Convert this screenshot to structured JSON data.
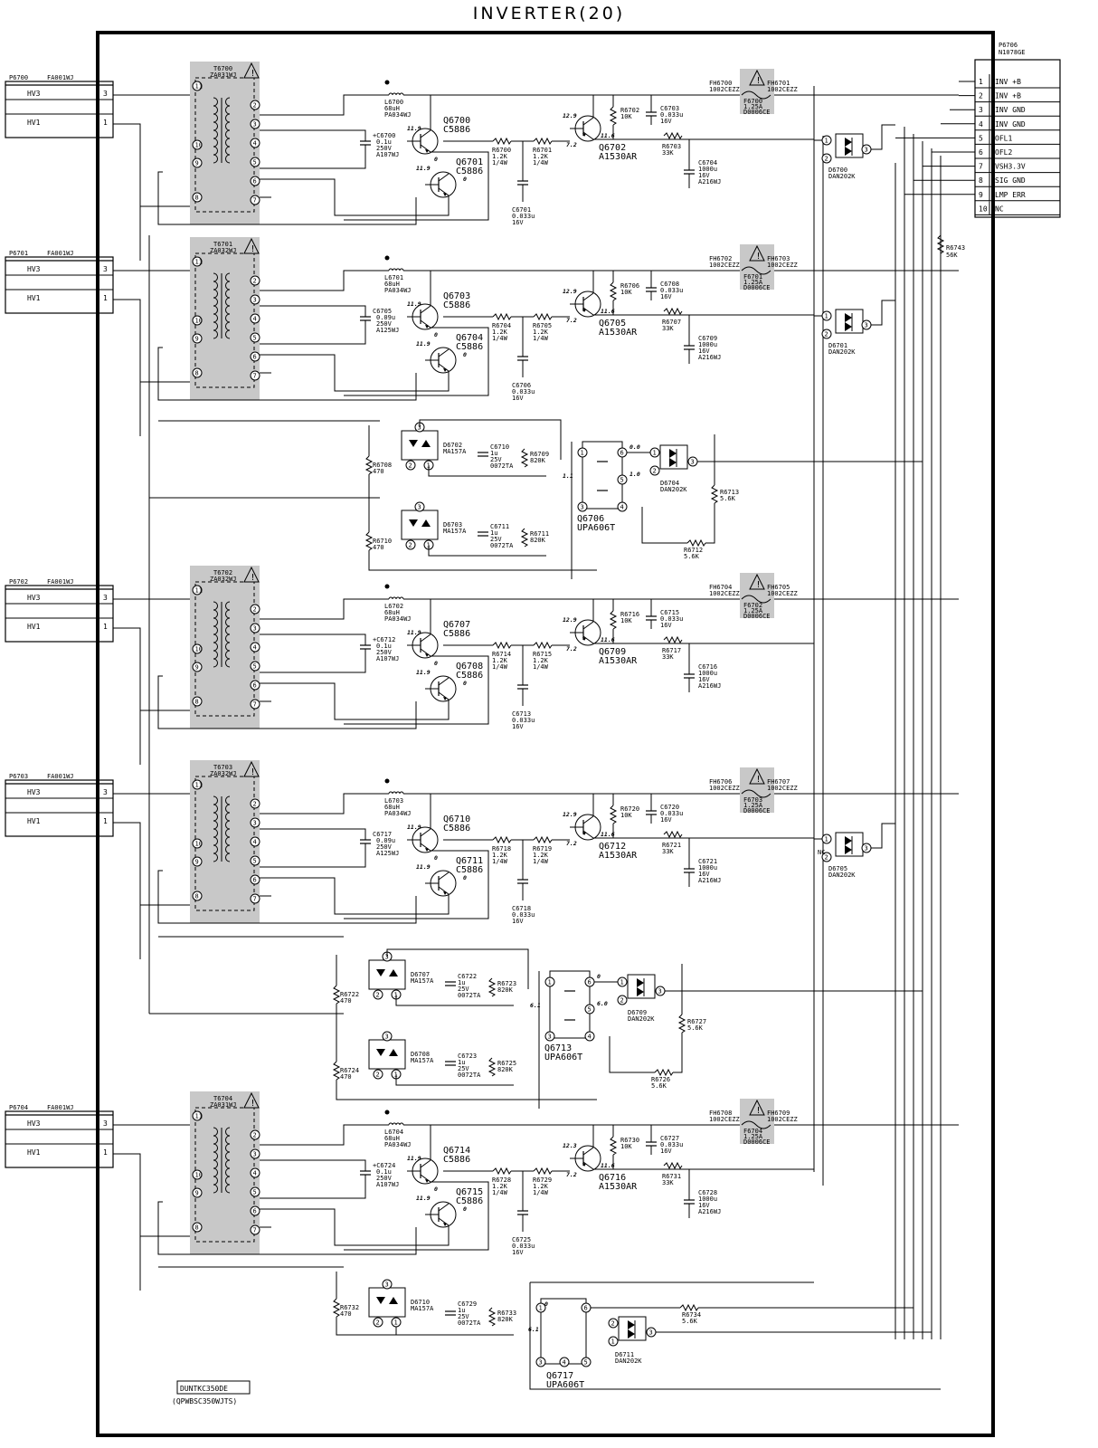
{
  "title": "INVERTER(20)",
  "board": {
    "code": "DUNTKC350DE",
    "part": "(QPWBSC350WJTS)"
  },
  "output_connector": {
    "ref": "P6706",
    "part": "N1078GE",
    "pins": [
      {
        "num": "1",
        "name": "INV +B"
      },
      {
        "num": "2",
        "name": "INV +B"
      },
      {
        "num": "3",
        "name": "INV GND"
      },
      {
        "num": "4",
        "name": "INV GND"
      },
      {
        "num": "5",
        "name": "OFL1"
      },
      {
        "num": "6",
        "name": "OFL2"
      },
      {
        "num": "7",
        "name": "VSH3.3V"
      },
      {
        "num": "8",
        "name": "SIG GND"
      },
      {
        "num": "9",
        "name": "LMP ERR"
      },
      {
        "num": "10",
        "name": "NC"
      }
    ]
  },
  "input_connectors": [
    {
      "ref": "P6700",
      "part": "FA001WJ",
      "hv3": "HV3",
      "hv1": "HV1",
      "p3": "3",
      "p1": "1"
    },
    {
      "ref": "P6701",
      "part": "FA001WJ",
      "hv3": "HV3",
      "hv1": "HV1",
      "p3": "3",
      "p1": "1"
    },
    {
      "ref": "P6702",
      "part": "FA001WJ",
      "hv3": "HV3",
      "hv1": "HV1",
      "p3": "3",
      "p1": "1"
    },
    {
      "ref": "P6703",
      "part": "FA001WJ",
      "hv3": "HV3",
      "hv1": "HV1",
      "p3": "3",
      "p1": "1"
    },
    {
      "ref": "P6704",
      "part": "FA001WJ",
      "hv3": "HV3",
      "hv1": "HV1",
      "p3": "3",
      "p1": "1"
    }
  ],
  "stages": [
    {
      "t_ref": "T6700",
      "t_part": "ZA031WJ",
      "l_ref": "L6700",
      "l_val": "68uH",
      "l_part": "PA034WJ",
      "c1_ref": "+C6700",
      "c1_v1": "0.1u",
      "c1_v2": "250V",
      "c1_v3": "A107WJ",
      "qa_ref": "Q6700",
      "qa_val": "C5886",
      "qb_ref": "Q6701",
      "qb_val": "C5886",
      "ra_ref": "R6700",
      "ra_v1": "1.2K",
      "ra_v2": "1/4W",
      "rb_ref": "R6701",
      "rb_v1": "1.2K",
      "rb_v2": "1/4W",
      "c2_ref": "C6701",
      "c2_v1": "0.033u",
      "c2_v2": "16V",
      "qp_ref": "Q6702",
      "qp_val": "A1530AR",
      "r10_ref": "R6702",
      "r10_val": "10K",
      "c3_ref": "C6703",
      "c3_v1": "0.033u",
      "c3_v2": "16V",
      "r33_ref": "R6703",
      "r33_val": "33K",
      "ce_ref": "C6704",
      "ce_v1": "1000u",
      "ce_v2": "16V",
      "ce_v3": "A216WJ",
      "fha": "FH6700",
      "fha_val": "1002CEZZ",
      "fhb": "FH6701",
      "fhb_val": "1002CEZZ",
      "f_ref": "F6700",
      "f_val": "1.25A",
      "f_part": "D0006CE",
      "d_ref": "D6700",
      "d_val": "DAN202K",
      "v_qa": "11.9",
      "v_qb": "11.9",
      "v_qa2": "0",
      "v_qb2": "0",
      "v_qp": "12.9",
      "v_qp2": "7.2",
      "v_qp3": "11.6"
    },
    {
      "t_ref": "T6701",
      "t_part": "ZA032WJ",
      "l_ref": "L6701",
      "l_val": "68uH",
      "l_part": "PA034WJ",
      "c1_ref": "C6705",
      "c1_v1": "0.09u",
      "c1_v2": "250V",
      "c1_v3": "A125WJ",
      "qa_ref": "Q6703",
      "qa_val": "C5886",
      "qb_ref": "Q6704",
      "qb_val": "C5886",
      "ra_ref": "R6704",
      "ra_v1": "1.2K",
      "ra_v2": "1/4W",
      "rb_ref": "R6705",
      "rb_v1": "1.2K",
      "rb_v2": "1/4W",
      "c2_ref": "C6706",
      "c2_v1": "0.033u",
      "c2_v2": "16V",
      "qp_ref": "Q6705",
      "qp_val": "A1530AR",
      "r10_ref": "R6706",
      "r10_val": "10K",
      "c3_ref": "C6708",
      "c3_v1": "0.033u",
      "c3_v2": "16V",
      "r33_ref": "R6707",
      "r33_val": "33K",
      "ce_ref": "C6709",
      "ce_v1": "1000u",
      "ce_v2": "16V",
      "ce_v3": "A216WJ",
      "fha": "FH6702",
      "fha_val": "1002CEZZ",
      "fhb": "FH6703",
      "fhb_val": "1002CEZZ",
      "f_ref": "F6701",
      "f_val": "1.25A",
      "f_part": "D0006CE",
      "d_ref": "D6701",
      "d_val": "DAN202K",
      "v_qa": "11.9",
      "v_qb": "11.9",
      "v_qa2": "0",
      "v_qb2": "0",
      "v_qp": "12.9",
      "v_qp2": "7.2",
      "v_qp3": "11.6"
    },
    {
      "t_ref": "T6702",
      "t_part": "ZA032WJ",
      "l_ref": "L6702",
      "l_val": "68uH",
      "l_part": "PA034WJ",
      "c1_ref": "+C6712",
      "c1_v1": "0.1u",
      "c1_v2": "250V",
      "c1_v3": "A107WJ",
      "qa_ref": "Q6707",
      "qa_val": "C5886",
      "qb_ref": "Q6708",
      "qb_val": "C5886",
      "ra_ref": "R6714",
      "ra_v1": "1.2K",
      "ra_v2": "1/4W",
      "rb_ref": "R6715",
      "rb_v1": "1.2K",
      "rb_v2": "1/4W",
      "c2_ref": "C6713",
      "c2_v1": "0.033u",
      "c2_v2": "16V",
      "qp_ref": "Q6709",
      "qp_val": "A1530AR",
      "r10_ref": "R6716",
      "r10_val": "10K",
      "c3_ref": "C6715",
      "c3_v1": "0.033u",
      "c3_v2": "16V",
      "r33_ref": "R6717",
      "r33_val": "33K",
      "ce_ref": "C6716",
      "ce_v1": "1000u",
      "ce_v2": "16V",
      "ce_v3": "A216WJ",
      "fha": "FH6704",
      "fha_val": "1002CEZZ",
      "fhb": "FH6705",
      "fhb_val": "1002CEZZ",
      "f_ref": "F6702",
      "f_val": "1.25A",
      "f_part": "D0006CE",
      "d_ref": "",
      "d_val": "",
      "v_qa": "11.9",
      "v_qb": "11.9",
      "v_qa2": "0",
      "v_qb2": "0",
      "v_qp": "12.9",
      "v_qp2": "7.2",
      "v_qp3": "11.6"
    },
    {
      "t_ref": "T6703",
      "t_part": "ZA032WJ",
      "l_ref": "L6703",
      "l_val": "68uH",
      "l_part": "PA034WJ",
      "c1_ref": "C6717",
      "c1_v1": "0.09u",
      "c1_v2": "250V",
      "c1_v3": "A125WJ",
      "qa_ref": "Q6710",
      "qa_val": "C5886",
      "qb_ref": "Q6711",
      "qb_val": "C5886",
      "ra_ref": "R6718",
      "ra_v1": "1.2K",
      "ra_v2": "1/4W",
      "rb_ref": "R6719",
      "rb_v1": "1.2K",
      "rb_v2": "1/4W",
      "c2_ref": "C6718",
      "c2_v1": "0.033u",
      "c2_v2": "16V",
      "qp_ref": "Q6712",
      "qp_val": "A1530AR",
      "r10_ref": "R6720",
      "r10_val": "10K",
      "c3_ref": "C6720",
      "c3_v1": "0.033u",
      "c3_v2": "16V",
      "r33_ref": "R6721",
      "r33_val": "33K",
      "ce_ref": "C6721",
      "ce_v1": "1000u",
      "ce_v2": "16V",
      "ce_v3": "A216WJ",
      "fha": "FH6706",
      "fha_val": "1002CEZZ",
      "fhb": "FH6707",
      "fhb_val": "1002CEZZ",
      "f_ref": "F6703",
      "f_val": "1.25A",
      "f_part": "D0006CE",
      "d_ref": "D6705",
      "d_val": "DAN202K",
      "v_qa": "11.9",
      "v_qb": "11.9",
      "v_qa2": "0",
      "v_qb2": "0",
      "v_qp": "12.9",
      "v_qp2": "7.2",
      "v_qp3": "11.6"
    },
    {
      "t_ref": "T6704",
      "t_part": "ZA031WJ",
      "l_ref": "L6704",
      "l_val": "68uH",
      "l_part": "PA034WJ",
      "c1_ref": "+C6724",
      "c1_v1": "0.1u",
      "c1_v2": "250V",
      "c1_v3": "A107WJ",
      "qa_ref": "Q6714",
      "qa_val": "C5886",
      "qb_ref": "Q6715",
      "qb_val": "C5886",
      "ra_ref": "R6728",
      "ra_v1": "1.2K",
      "ra_v2": "1/4W",
      "rb_ref": "R6729",
      "rb_v1": "1.2K",
      "rb_v2": "1/4W",
      "c2_ref": "C6725",
      "c2_v1": "0.033u",
      "c2_v2": "16V",
      "qp_ref": "Q6716",
      "qp_val": "A1530AR",
      "r10_ref": "R6730",
      "r10_val": "10K",
      "c3_ref": "C6727",
      "c3_v1": "0.033u",
      "c3_v2": "16V",
      "r33_ref": "R6731",
      "r33_val": "33K",
      "ce_ref": "C6728",
      "ce_v1": "1000u",
      "ce_v2": "16V",
      "ce_v3": "A216WJ",
      "fha": "FH6708",
      "fha_val": "1002CEZZ",
      "fhb": "FH6709",
      "fhb_val": "1002CEZZ",
      "f_ref": "F6704",
      "f_val": "1.25A",
      "f_part": "D0006CE",
      "d_ref": "",
      "d_val": "",
      "v_qa": "11.9",
      "v_qb": "11.9",
      "v_qa2": "0",
      "v_qb2": "0",
      "v_qp": "12.3",
      "v_qp2": "7.2",
      "v_qp3": "11.6"
    }
  ],
  "transformer_pins": [
    "11",
    "2",
    "3",
    "10",
    "4",
    "5",
    "9",
    "6",
    "8",
    "7"
  ],
  "protection_blocks": [
    {
      "ra_ref": "R6708",
      "ra_val": "470",
      "da_ref": "D6702",
      "da_val": "MA157A",
      "ca_ref": "C6710",
      "ca_v1": "1u",
      "ca_v2": "25V",
      "ca_v3": "0072TA",
      "rca_ref": "R6709",
      "rca_val": "820K",
      "rb_ref": "R6710",
      "rb_val": "470",
      "db_ref": "D6703",
      "db_val": "MA157A",
      "cb_ref": "C6711",
      "cb_v1": "1u",
      "cb_v2": "25V",
      "cb_v3": "0072TA",
      "rcb_ref": "R6711",
      "rcb_val": "820K",
      "q_ref": "Q6706",
      "q_val": "UPA606T",
      "d_ref": "D6704",
      "d_val": "DAN202K",
      "r1_ref": "R6713",
      "r1_val": "5.6K",
      "r2_ref": "R6712",
      "r2_val": "5.6K",
      "v1": "0.0",
      "v2": "1.1",
      "v3": "1.0"
    },
    {
      "ra_ref": "R6722",
      "ra_val": "470",
      "da_ref": "D6707",
      "da_val": "MA157A",
      "ca_ref": "C6722",
      "ca_v1": "1u",
      "ca_v2": "25V",
      "ca_v3": "0072TA",
      "rca_ref": "R6723",
      "rca_val": "820K",
      "rb_ref": "R6724",
      "rb_val": "470",
      "db_ref": "D6708",
      "db_val": "MA157A",
      "cb_ref": "C6723",
      "cb_v1": "1u",
      "cb_v2": "25V",
      "cb_v3": "0072TA",
      "rcb_ref": "R6725",
      "rcb_val": "820K",
      "q_ref": "Q6713",
      "q_val": "UPA606T",
      "d_ref": "D6709",
      "d_val": "DAN202K",
      "r1_ref": "R6727",
      "r1_val": "5.6K",
      "r2_ref": "R6726",
      "r2_val": "5.6K",
      "v1": "0",
      "v2": "6.1",
      "v3": "6.0"
    }
  ],
  "last_block": {
    "ra_ref": "R6732",
    "ra_val": "470",
    "da_ref": "D6710",
    "da_val": "MA157A",
    "ca_ref": "C6729",
    "ca_v1": "1u",
    "ca_v2": "25V",
    "ca_v3": "0072TA",
    "rca_ref": "R6733",
    "rca_val": "820K",
    "q_ref": "Q6717",
    "q_val": "UPA606T",
    "d_ref": "D6711",
    "d_val": "DAN202K",
    "r_ref": "R6734",
    "r_val": "5.6K",
    "v1": "0",
    "v2": "6.1"
  },
  "extra": {
    "r6743_ref": "R6743",
    "r6743_val": "56K",
    "nc": "NC"
  },
  "colors": {
    "line": "#000000",
    "shade": "#c8c8c8"
  }
}
